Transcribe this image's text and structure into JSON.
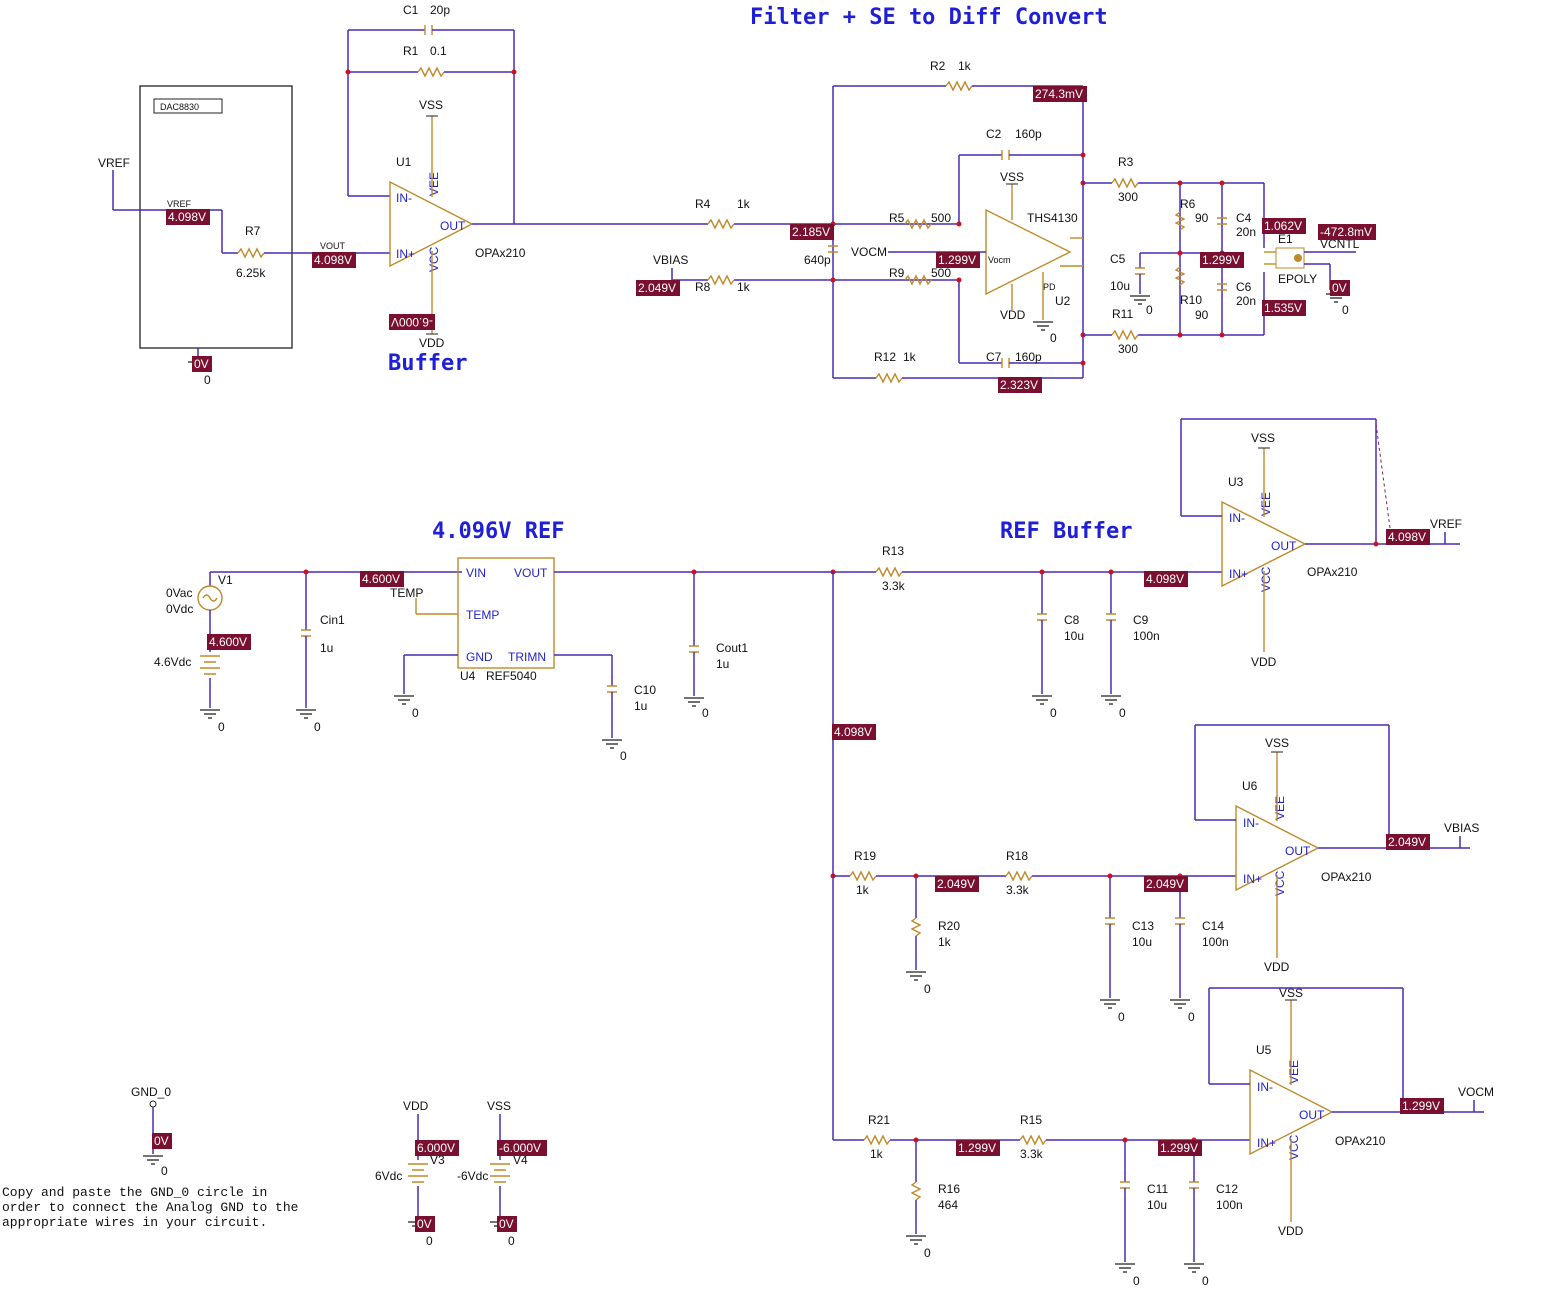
{
  "titles": {
    "filter": "Filter + SE to Diff Convert",
    "buffer": "Buffer",
    "ref": "4.096V REF",
    "ref_buffer": "REF Buffer"
  },
  "note": [
    "Copy and paste the GND_0 circle in",
    "order to connect the Analog GND to the",
    "appropriate wires in your circuit."
  ],
  "colors": {
    "wire": "#4a2ab8",
    "component": "#c08a2a",
    "title": "#1f1fd6",
    "voltage_bg": "#7a1030",
    "junction": "#cc1122"
  },
  "parts": {
    "dac": "DAC8830",
    "dac_vref": "VREF",
    "dac_vout": "VOUT",
    "vref_net": "VREF",
    "r7": "R7",
    "r7_val": "6.25k",
    "c1": "C1",
    "c1_val": "20p",
    "r1": "R1",
    "r1_val": "0.1",
    "u1": "U1",
    "u1_model": "OPAx210",
    "vss": "VSS",
    "vdd": "VDD",
    "inm": "IN-",
    "inp": "IN+",
    "out": "OUT",
    "vee": "VEE",
    "vcc": "VCC",
    "r2": "R2",
    "r2_val": "1k",
    "r4": "R4",
    "r4_val": "1k",
    "r8": "R8",
    "r8_val": "1k",
    "vbias": "VBIAS",
    "cap640": "640p",
    "vocm": "VOCM",
    "r5": "R5",
    "r5_val": "500",
    "r9": "R9",
    "r9_val": "500",
    "c2": "C2",
    "c2_val": "160p",
    "c7": "C7",
    "c7_val": "160p",
    "u2": "U2",
    "u2_model": "THS4130",
    "vocm_pin": "Vocm",
    "pd": "PD",
    "r12": "R12",
    "r12_val": "1k",
    "r3": "R3",
    "r3_val": "300",
    "r11": "R11",
    "r11_val": "300",
    "r6": "R6",
    "r6_val": "90",
    "r10": "R10",
    "r10_val": "90",
    "c4": "C4",
    "c4_val": "20n",
    "c6": "C6",
    "c6_val": "20n",
    "c5": "C5",
    "c5_val": "10u",
    "e1": "E1",
    "epoly": "EPOLY",
    "vcntl": "VCNTL",
    "zero": "0",
    "v1": "V1",
    "v1_vac": "0Vac",
    "v1_vdc": "0Vdc",
    "v1_dc": "4.6Vdc",
    "cin1": "Cin1",
    "cin1_val": "1u",
    "u4": "U4",
    "u4_model": "REF5040",
    "vin": "VIN",
    "vout": "VOUT",
    "temp": "TEMP",
    "gnd": "GND",
    "trimn": "TRIMN",
    "c10": "C10",
    "c10_val": "1u",
    "cout1": "Cout1",
    "cout1_val": "1u",
    "r13": "R13",
    "r13_val": "3.3k",
    "c8": "C8",
    "c8_val": "10u",
    "c9": "C9",
    "c9_val": "100n",
    "u3": "U3",
    "u3_model": "OPAx210",
    "r19": "R19",
    "r19_val": "1k",
    "r20": "R20",
    "r20_val": "1k",
    "r18": "R18",
    "r18_val": "3.3k",
    "c13": "C13",
    "c13_val": "10u",
    "c14": "C14",
    "c14_val": "100n",
    "u6": "U6",
    "u6_model": "OPAx210",
    "vbias_net": "VBIAS",
    "r21": "R21",
    "r21_val": "1k",
    "r16": "R16",
    "r16_val": "464",
    "r15": "R15",
    "r15_val": "3.3k",
    "c11": "C11",
    "c11_val": "10u",
    "c12": "C12",
    "c12_val": "100n",
    "u5": "U5",
    "u5_model": "OPAx210",
    "vocm_net": "VOCM",
    "gnd0": "GND_0",
    "v3": "V3",
    "v3_dc": "6Vdc",
    "v4": "V4",
    "v4_dc": "-6Vdc"
  },
  "voltages": {
    "dac_vref": "4.098V",
    "dac_vout": "4.098V",
    "dac_gnd": "0V",
    "u1_vdd": "-6.000V",
    "r2_out": "274.3mV",
    "inm_node": "2.185V",
    "vbias_in": "2.049V",
    "vocm_in": "1.299V",
    "r12_node": "2.323V",
    "r6_r10_node": "1.299V",
    "out_p": "1.062V",
    "out_n": "1.535V",
    "e1_out": "-472.8mV",
    "e1_gnd": "0V",
    "v1_top": "4.600V",
    "v1_mid": "4.600V",
    "ref_node": "4.098V",
    "u3_inp": "4.098V",
    "u3_out": "4.098V",
    "r19_node": "2.049V",
    "u6_inp": "2.049V",
    "u6_out": "2.049V",
    "r21_node": "1.299V",
    "u5_inp": "1.299V",
    "u5_out": "1.299V",
    "gnd0": "0V",
    "v3_top": "6.000V",
    "v3_bot": "0V",
    "v4_top": "-6.000V",
    "v4_bot": "0V"
  }
}
